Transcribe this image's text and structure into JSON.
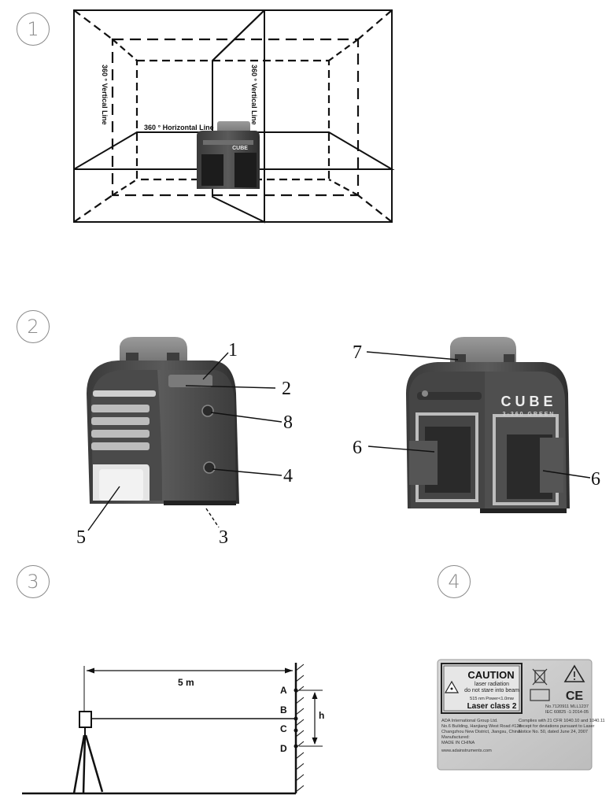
{
  "steps": [
    "1",
    "2",
    "3",
    "4"
  ],
  "fig1": {
    "vertical_line_label": "360 ° Vertical Line",
    "horizontal_line_label": "360 ° Horizontal Line",
    "device_text": "CUBE"
  },
  "fig2": {
    "callouts": [
      "1",
      "2",
      "8",
      "4",
      "3",
      "5",
      "7",
      "6",
      "6"
    ],
    "device_brand": "CUBE",
    "device_model": "3-360 GREEN"
  },
  "fig3": {
    "distance": "5 m",
    "points": [
      "A",
      "B",
      "C",
      "D"
    ],
    "height_label": "h"
  },
  "fig4": {
    "caution": "CAUTION",
    "warning_lines": [
      "laser radiation",
      "do not stare into beam"
    ],
    "spec": "515 nm Power<1.0mw",
    "laser_class": "Laser class 2",
    "cert_lines": [
      "No.7120911 MLL1237",
      "IEC 60825 -1:2014-05"
    ],
    "company_lines": [
      "ADA International Group Ltd.",
      "No.6 Building, Hanjiang West Road #128",
      "Changzhou New District, Jiangsu, China",
      "Manufactured:",
      "MADE IN CHINA"
    ],
    "compliance_lines": [
      "Complies with 21 CFR 1040.10 and 1040.11",
      "except for deviations pursuant to Laser",
      "Notice No. 50, dated June 24, 2007"
    ],
    "website": "www.adainstruments.com",
    "ce_mark": "CE"
  }
}
